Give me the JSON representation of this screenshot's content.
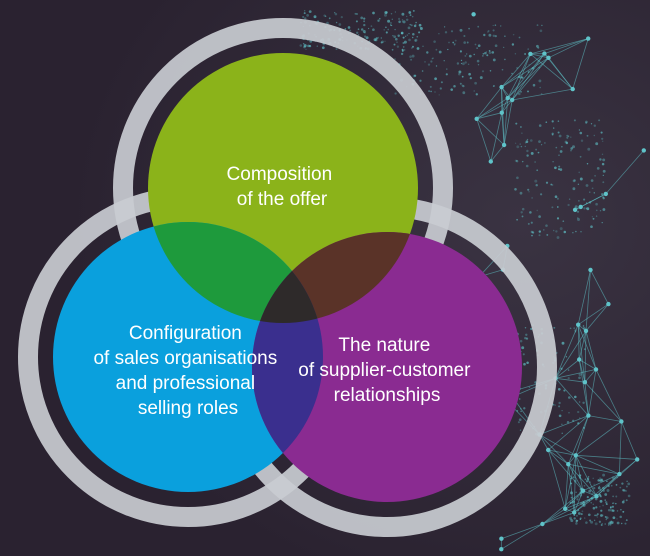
{
  "colors": {
    "background": "#2e2634",
    "ring": "#c9ccd1",
    "network": "#5fc3c9",
    "green": "#8bb31a",
    "blue": "#0aa0dd",
    "purple": "#8a2b91"
  },
  "circles": [
    {
      "name": "composition",
      "color": "#8bb31a",
      "lines": [
        "Composition",
        "of the offer"
      ]
    },
    {
      "name": "configuration",
      "color": "#0aa0dd",
      "lines": [
        "Configuration",
        "of sales organisations",
        "and professional",
        "selling roles"
      ]
    },
    {
      "name": "relationships",
      "color": "#8a2b91",
      "lines": [
        "The nature",
        "of supplier-customer",
        "relationships"
      ]
    }
  ]
}
